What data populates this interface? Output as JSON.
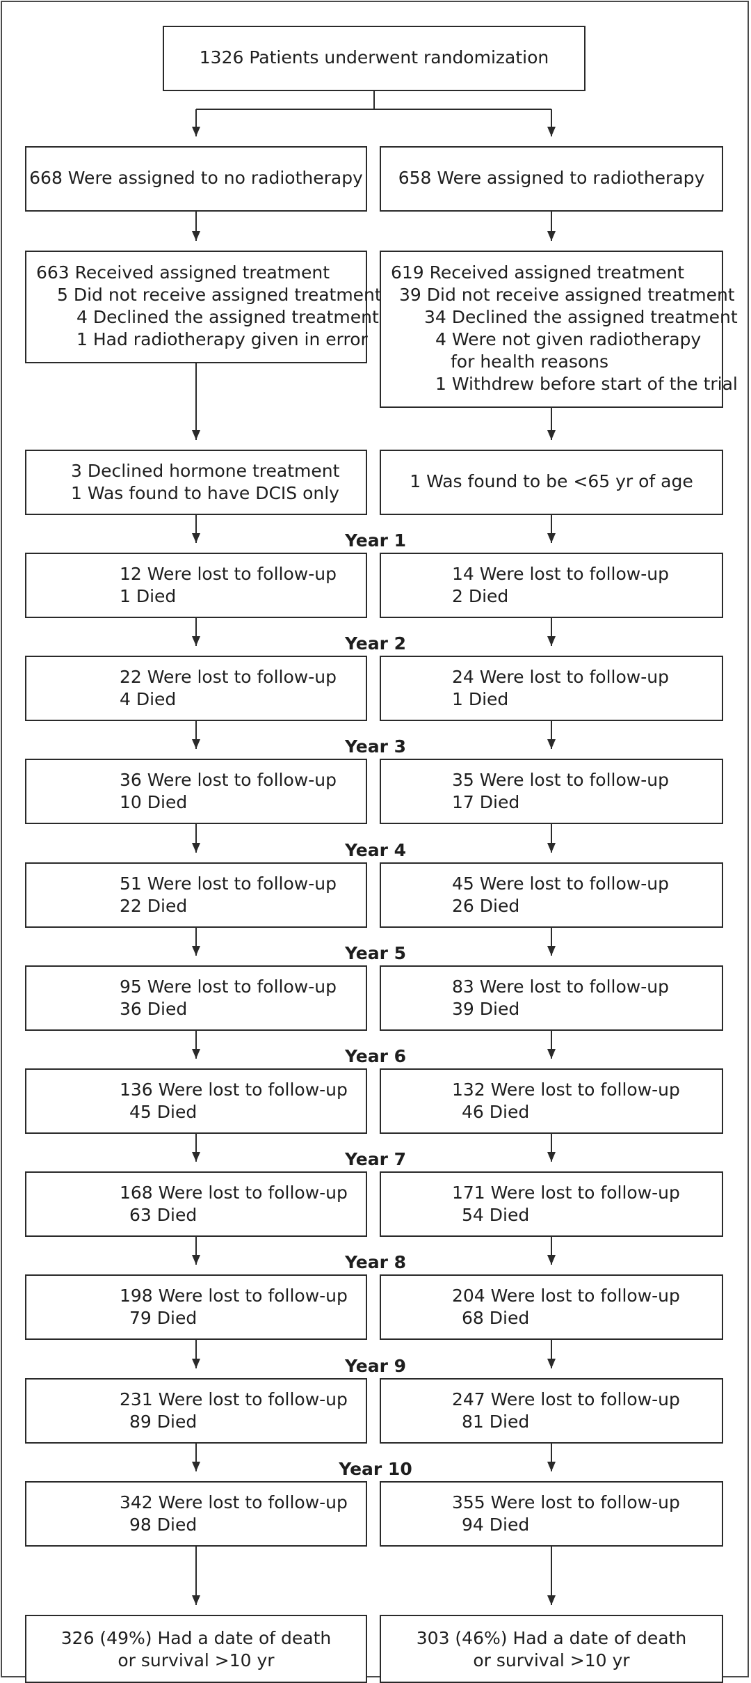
{
  "randomization": "1326 Patients underwent randomization",
  "left": {
    "assigned": "668 Were assigned to no radiotherapy",
    "treatment": [
      "663 Received assigned treatment",
      "5 Did not receive assigned treatment",
      "4 Declined the assigned treatment",
      "1 Had radiotherapy given in error"
    ],
    "excluded": [
      "3 Declined hormone treatment",
      "1 Was found to have DCIS only"
    ],
    "years": [
      {
        "lost": "12 Were lost to follow-up",
        "died": "1 Died"
      },
      {
        "lost": "22 Were lost to follow-up",
        "died": "4 Died"
      },
      {
        "lost": "36 Were lost to follow-up",
        "died": "10 Died"
      },
      {
        "lost": "51 Were lost to follow-up",
        "died": "22 Died"
      },
      {
        "lost": "95 Were lost to follow-up",
        "died": "36 Died"
      },
      {
        "lost": "136 Were lost to follow-up",
        "died": "45 Died"
      },
      {
        "lost": "168 Were lost to follow-up",
        "died": "63 Died"
      },
      {
        "lost": "198 Were lost to follow-up",
        "died": "79 Died"
      },
      {
        "lost": "231 Were lost to follow-up",
        "died": "89 Died"
      },
      {
        "lost": "342 Were lost to follow-up",
        "died": "98 Died"
      }
    ],
    "outcome": [
      "326 (49%) Had a date of death",
      "or survival >10 yr"
    ]
  },
  "right": {
    "assigned": "658 Were assigned to radiotherapy",
    "treatment": [
      "619 Received assigned treatment",
      "39 Did not receive assigned treatment",
      "34 Declined the assigned treatment",
      "4 Were not given radiotherapy",
      "for health reasons",
      "1 Withdrew before start of the trial"
    ],
    "excluded": [
      "1 Was found to be <65 yr of age"
    ],
    "years": [
      {
        "lost": "14 Were lost to follow-up",
        "died": "2 Died"
      },
      {
        "lost": "24 Were lost to follow-up",
        "died": "1 Died"
      },
      {
        "lost": "35 Were lost to follow-up",
        "died": "17 Died"
      },
      {
        "lost": "45 Were lost to follow-up",
        "died": "26 Died"
      },
      {
        "lost": "83 Were lost to follow-up",
        "died": "39 Died"
      },
      {
        "lost": "132 Were lost to follow-up",
        "died": "46 Died"
      },
      {
        "lost": "171 Were lost to follow-up",
        "died": "54 Died"
      },
      {
        "lost": "204 Were lost to follow-up",
        "died": "68 Died"
      },
      {
        "lost": "247 Were lost to follow-up",
        "died": "81 Died"
      },
      {
        "lost": "355 Were lost to follow-up",
        "died": "94 Died"
      }
    ],
    "outcome": [
      "303 (46%) Had a date of death",
      "or survival >10 yr"
    ]
  },
  "year_labels": [
    "Year 1",
    "Year 2",
    "Year 3",
    "Year 4",
    "Year 5",
    "Year 6",
    "Year 7",
    "Year 8",
    "Year 9",
    "Year 10"
  ]
}
